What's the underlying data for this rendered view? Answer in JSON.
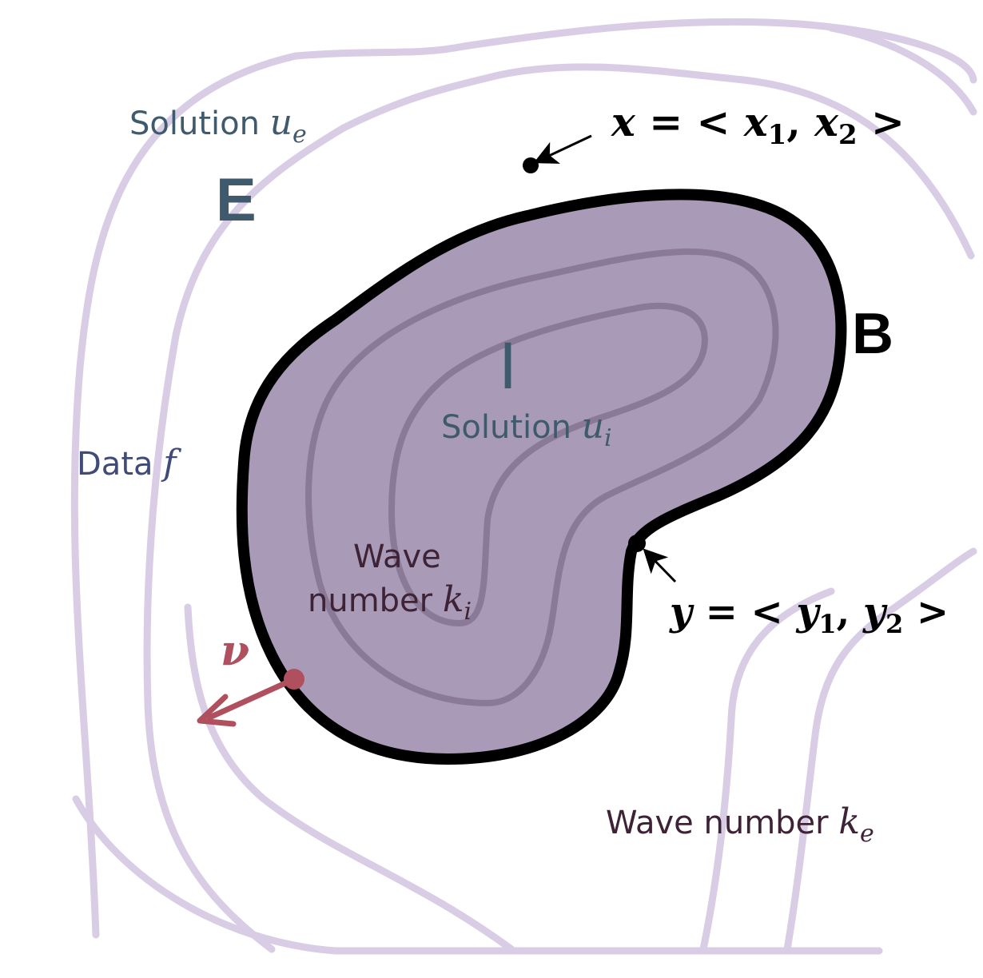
{
  "colors": {
    "outer_contour": "#d9cde6",
    "region_fill": "#a99bb7",
    "inner_contour": "#8a7a98",
    "boundary": "#000000",
    "label_teal": "#3f5a6d",
    "label_navy": "#404b7a",
    "label_plum": "#3e2337",
    "normal_red": "#b0505f"
  },
  "labels": {
    "solution_e_text": "Solution ",
    "solution_e_sym": "u",
    "solution_e_sub": "e",
    "region_e": "E",
    "region_i": "I",
    "region_b": "B",
    "solution_i_text": "Solution ",
    "solution_i_sym": "u",
    "solution_i_sub": "i",
    "data_text": "Data ",
    "data_sym": "f",
    "wave_i_line1": "Wave",
    "wave_i_line2": "number ",
    "wave_i_sym": "k",
    "wave_i_sub": "i",
    "wave_e_text": "Wave number ",
    "wave_e_sym": "k",
    "wave_e_sub": "e",
    "normal_sym": "ν",
    "x_point": {
      "lhs": "x",
      "eq": " = < ",
      "c1": "x",
      "s1": "1",
      "comma": ", ",
      "c2": "x",
      "s2": "2",
      "close": " >"
    },
    "y_point": {
      "lhs": "y",
      "eq": " = < ",
      "c1": "y",
      "s1": "1",
      "comma": ", ",
      "c2": "y",
      "s2": "2",
      "close": " >"
    }
  },
  "icons": {
    "normal_arrow": "normal-vector-arrow-icon",
    "x_arrow": "x-pointer-arrow-icon",
    "y_arrow": "y-pointer-arrow-icon"
  }
}
